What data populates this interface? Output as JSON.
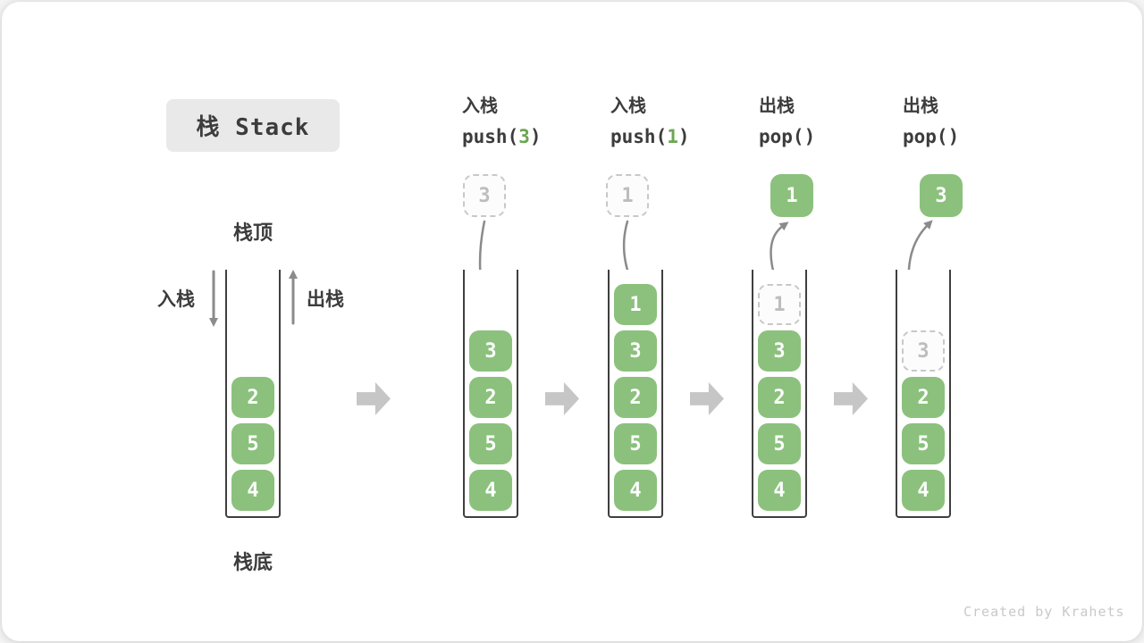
{
  "title": {
    "label": "栈 Stack"
  },
  "legend": {
    "stack_top": "栈顶",
    "stack_bottom": "栈底",
    "push": "入栈",
    "pop": "出栈"
  },
  "operations": [
    {
      "label": "入栈",
      "code_pre": "push(",
      "code_arg": "3",
      "code_post": ")"
    },
    {
      "label": "入栈",
      "code_pre": "push(",
      "code_arg": "1",
      "code_post": ")"
    },
    {
      "label": "出栈",
      "code_pre": "pop(",
      "code_arg": "",
      "code_post": ")"
    },
    {
      "label": "出栈",
      "code_pre": "pop(",
      "code_arg": "",
      "code_post": ")"
    }
  ],
  "stacks": [
    {
      "name": "initial",
      "cells": [
        {
          "value": "2",
          "state": "solid"
        },
        {
          "value": "5",
          "state": "solid"
        },
        {
          "value": "4",
          "state": "solid"
        }
      ]
    },
    {
      "name": "after-push-3",
      "floating": {
        "value": "3",
        "state": "ghost"
      },
      "cells": [
        {
          "value": "3",
          "state": "solid"
        },
        {
          "value": "2",
          "state": "solid"
        },
        {
          "value": "5",
          "state": "solid"
        },
        {
          "value": "4",
          "state": "solid"
        }
      ]
    },
    {
      "name": "after-push-1",
      "floating": {
        "value": "1",
        "state": "ghost"
      },
      "cells": [
        {
          "value": "1",
          "state": "solid"
        },
        {
          "value": "3",
          "state": "solid"
        },
        {
          "value": "2",
          "state": "solid"
        },
        {
          "value": "5",
          "state": "solid"
        },
        {
          "value": "4",
          "state": "solid"
        }
      ]
    },
    {
      "name": "after-pop-1",
      "floating": {
        "value": "1",
        "state": "solid"
      },
      "cells": [
        {
          "value": "1",
          "state": "ghost"
        },
        {
          "value": "3",
          "state": "solid"
        },
        {
          "value": "2",
          "state": "solid"
        },
        {
          "value": "5",
          "state": "solid"
        },
        {
          "value": "4",
          "state": "solid"
        }
      ]
    },
    {
      "name": "after-pop-3",
      "floating": {
        "value": "3",
        "state": "solid"
      },
      "cells": [
        {
          "value": "3",
          "state": "ghost"
        },
        {
          "value": "2",
          "state": "solid"
        },
        {
          "value": "5",
          "state": "solid"
        },
        {
          "value": "4",
          "state": "solid"
        }
      ]
    }
  ],
  "watermark": "Created by Krahets",
  "colors": {
    "element_green": "#8BC17D",
    "code_arg_green": "#6CA653",
    "arrow_gray": "#8B8B8B",
    "block_arrow_gray": "#C6C6C6",
    "ink": "#3C3C3C"
  }
}
